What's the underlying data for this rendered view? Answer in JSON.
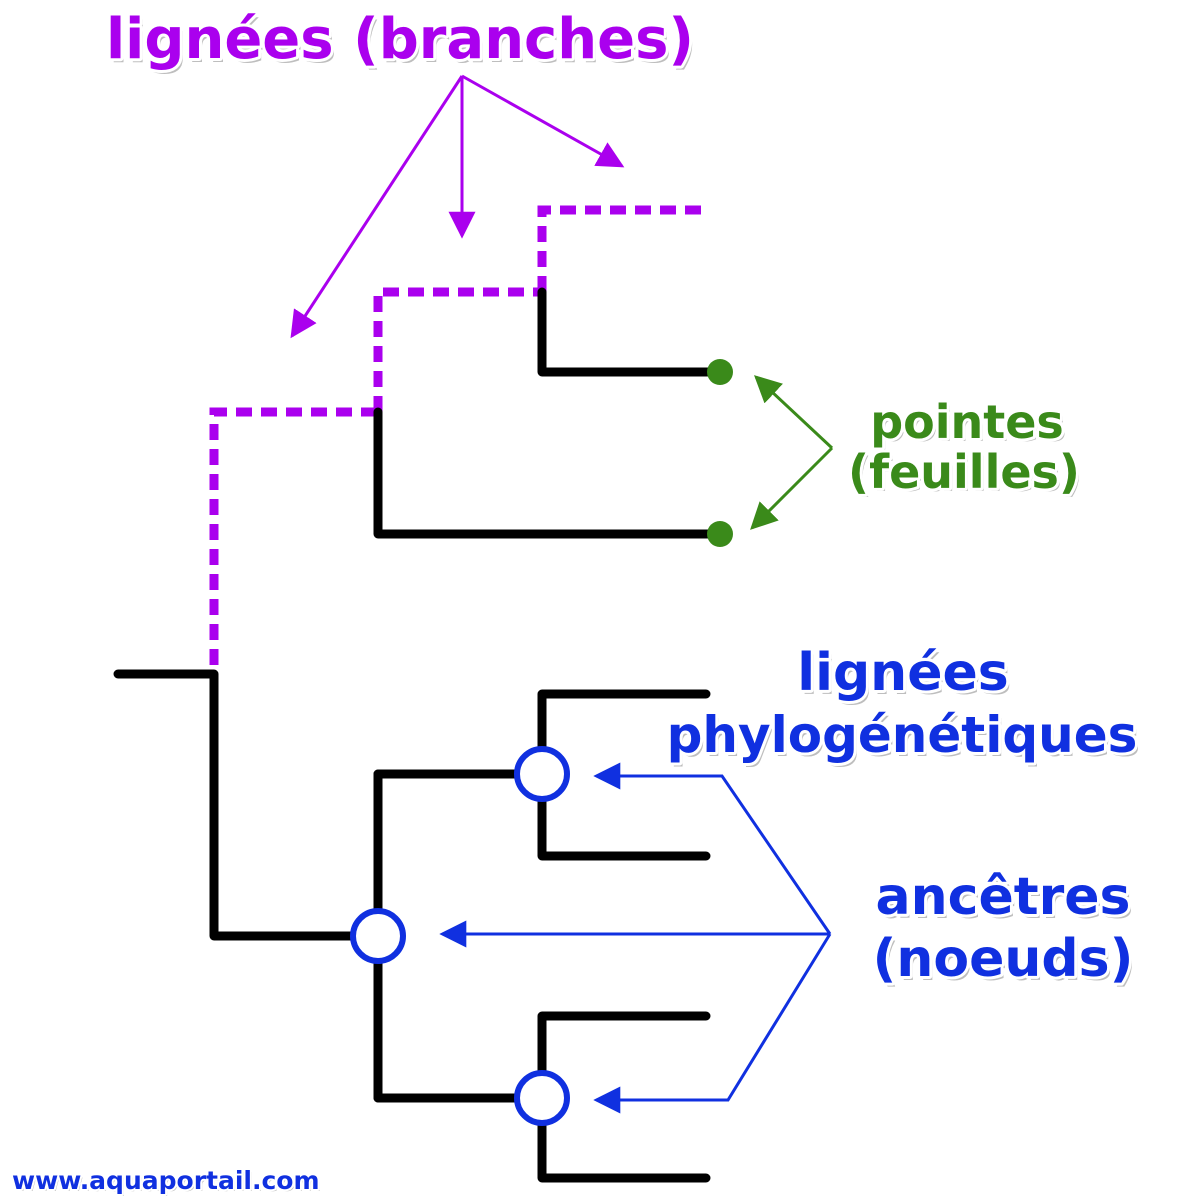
{
  "labels": {
    "branches": "lignées (branches)",
    "tips_line1": "pointes",
    "tips_line2": "(feuilles)",
    "lineages_line1": "lignées",
    "lineages_line2": "phylogénétiques",
    "ancestors_line1": "ancêtres",
    "ancestors_line2": "(noeuds)",
    "watermark": "www.aquaportail.com"
  },
  "colors": {
    "branches": "#aa00ee",
    "tips": "#3a8a1a",
    "nodes": "#1030e0",
    "tree": "#000000",
    "watermark": "#1030e0"
  }
}
